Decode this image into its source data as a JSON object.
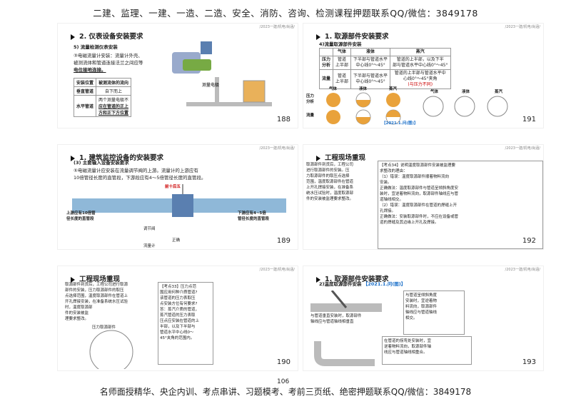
{
  "header": {
    "text": "二建、监理、一建、一造、二造、安全、消防、咨询、检测课程押题联系QQ/微信：3849178"
  },
  "footer": {
    "text": "名师面授精华、央企内训、考点串讲、习题模考、考前三页纸、绝密押题联系QQ/微信：3849178",
    "page": "106"
  },
  "slides": [
    {
      "label": "/2023一建/机电/尚涵/",
      "title": "2. 仪表设备安装要求",
      "num": "188",
      "sub": "5) 流量检测仪表安装",
      "p1": "③电磁流量计安装：流量计外壳、",
      "p2": "被测流体和管道连接法兰之间应等",
      "p3": "电位接地连接。",
      "img_label": "测量电极",
      "table": {
        "h1": "安装位置",
        "h2": "被测流体的流向",
        "r1c1": "垂直管道",
        "r1c2": "自下而上",
        "r2c1": "水平管道",
        "r2c2a": "两个测量电极不",
        "r2c2b": "应在管道的正上",
        "r2c2c": "方和正下方位置"
      }
    },
    {
      "label": "/2023一建/机电/尚涵/",
      "title": "1. 取源部件安装要求",
      "num": "191",
      "sub": "4)流量取源部件安装",
      "table": {
        "h1": "气体",
        "h2": "液体",
        "h3": "蒸汽",
        "rA": "压力",
        "rA2": "分析",
        "rB": "流量",
        "a1a": "管道",
        "a1b": "上半部",
        "a2a": "下半部与管道水平",
        "a2b": "中心线0°～45°",
        "a3a": "管道的上半部，以及下半",
        "a3b": "部与管道水平中心线0°～45°",
        "b1a": "管道",
        "b1b": "上半部",
        "b2a": "下半部与管道水平",
        "b2b": "中心线0°～45°",
        "b3a": "管道的上半部与管道水平中",
        "b3b": "心线0°～45°夹角",
        "b3c": "(与压力不同)"
      },
      "d_gas": "气体",
      "d_liq": "液体",
      "d_steam": "蒸汽",
      "d_gas2": "气体",
      "d_liq2": "液体",
      "d_steam2": "蒸汽",
      "sideA": "压力",
      "sideA2": "分析",
      "sideB": "流量",
      "tag": "【2021.1.问(图)】"
    },
    {
      "label": "/2023一建/机电/尚涵/",
      "title": "1. 建筑监控设备的安装要求",
      "num": "189",
      "sub": "(3) 主要输入设备安装要求",
      "p1": "⑤电磁流量计应安装在流量调节阀的上游。流量计的上游应有",
      "p2": "10倍管径长度的直管段，下游段应有4～5倍管径长度的直管段。",
      "t1": "前十后五",
      "t2": "上游应有10倍管",
      "t3": "径长度的直管段",
      "t4": "下游应有4~5倍",
      "t5": "管径长度的直管段",
      "t6": "调节阀",
      "t7": "流量计",
      "t8": "正确"
    },
    {
      "label": "/2023一建/机电/尚涵/",
      "title": "工程现场重现",
      "num": "192",
      "left": [
        "取源部件到货后，工程公司",
        "进行取源部件的安装。压",
        "力取源部件的取压点选择",
        "范围，温度取源部件在管道",
        "上开孔焊接安装，在准备系",
        "统水压试验时，温度取源部",
        "件的安装被监理要求整改。"
      ],
      "right": [
        "【考点34】说明温度取源部件安装被监理要",
        "求整改的理由：",
        "（1）错误：温度取源部件顺着物料流向",
        "安装。",
        "正确做法：温度取源部件与管道呈倾斜角度安",
        "装时，宜逆着物料流向，取源部件轴线应与管",
        "道轴线相交。",
        "（2）错误：温度取源部件在管道的焊缝上开",
        "孔焊接。",
        "正确做法：安装取源部件时，不应在设备或管",
        "道的焊缝及其边缘上开孔及焊接。"
      ]
    },
    {
      "label": "/2023一建/机电/尚涵/",
      "title": "工程现场重现",
      "num": "190",
      "left": [
        "取源部件到货后，工程公司进行取源",
        "部件的安装，压力取源部件的取压",
        "点选择范围，温度取源部件在管道上",
        "开孔焊接安装，在准备系统水压试验",
        "时，温度取源部",
        "件的安装被监",
        "理要求整改。"
      ],
      "right": [
        "【考点33】压力点范",
        "围应用何种介质管道?",
        "该管道的压力表取压",
        "点安装方位有何要求?",
        "答：蒸汽介质的管道，",
        "蒸汽管道的压力表取",
        "压点应安装在管道的上",
        "半部，以及下半部与",
        "管道水平中心线0～",
        "45°夹角的范围内。"
      ],
      "ctag": "压力取源部件"
    },
    {
      "label": "/2023一建/机电/尚涵/",
      "title": "1. 取源部件安装要求",
      "num": "193",
      "sub": "2)温度取源部件安装",
      "tag": "【2021.1.问(图)】",
      "r1": [
        "与管道呈倾斜角度",
        "安装时，宜逆着物",
        "料流向，取源部件",
        "轴线应与管道轴线",
        "相交。"
      ],
      "r2": [
        "与管道垂直安装时，取源部件",
        "轴线应与管道轴线相垂直"
      ],
      "r3": [
        "在管道的拐弯处安装时，宜",
        "逆着物料流向，取源部件轴",
        "线应与管道轴线相重合。"
      ]
    }
  ]
}
